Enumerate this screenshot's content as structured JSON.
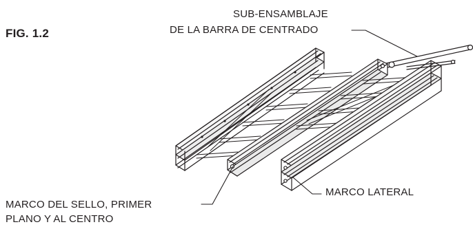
{
  "figure": {
    "title": "FIG. 1.2"
  },
  "callouts": {
    "centering_bar": {
      "line1": "SUB-ENSAMBLAJE",
      "line2": "DE LA BARRA DE CENTRADO"
    },
    "seal_frame": {
      "line1": "MARCO DEL SELLO, PRIMER",
      "line2": "PLANO Y AL CENTRO"
    },
    "side_frame": {
      "line1": "MARCO LATERAL"
    }
  },
  "colors": {
    "ink": "#231f20",
    "background": "#ffffff"
  }
}
